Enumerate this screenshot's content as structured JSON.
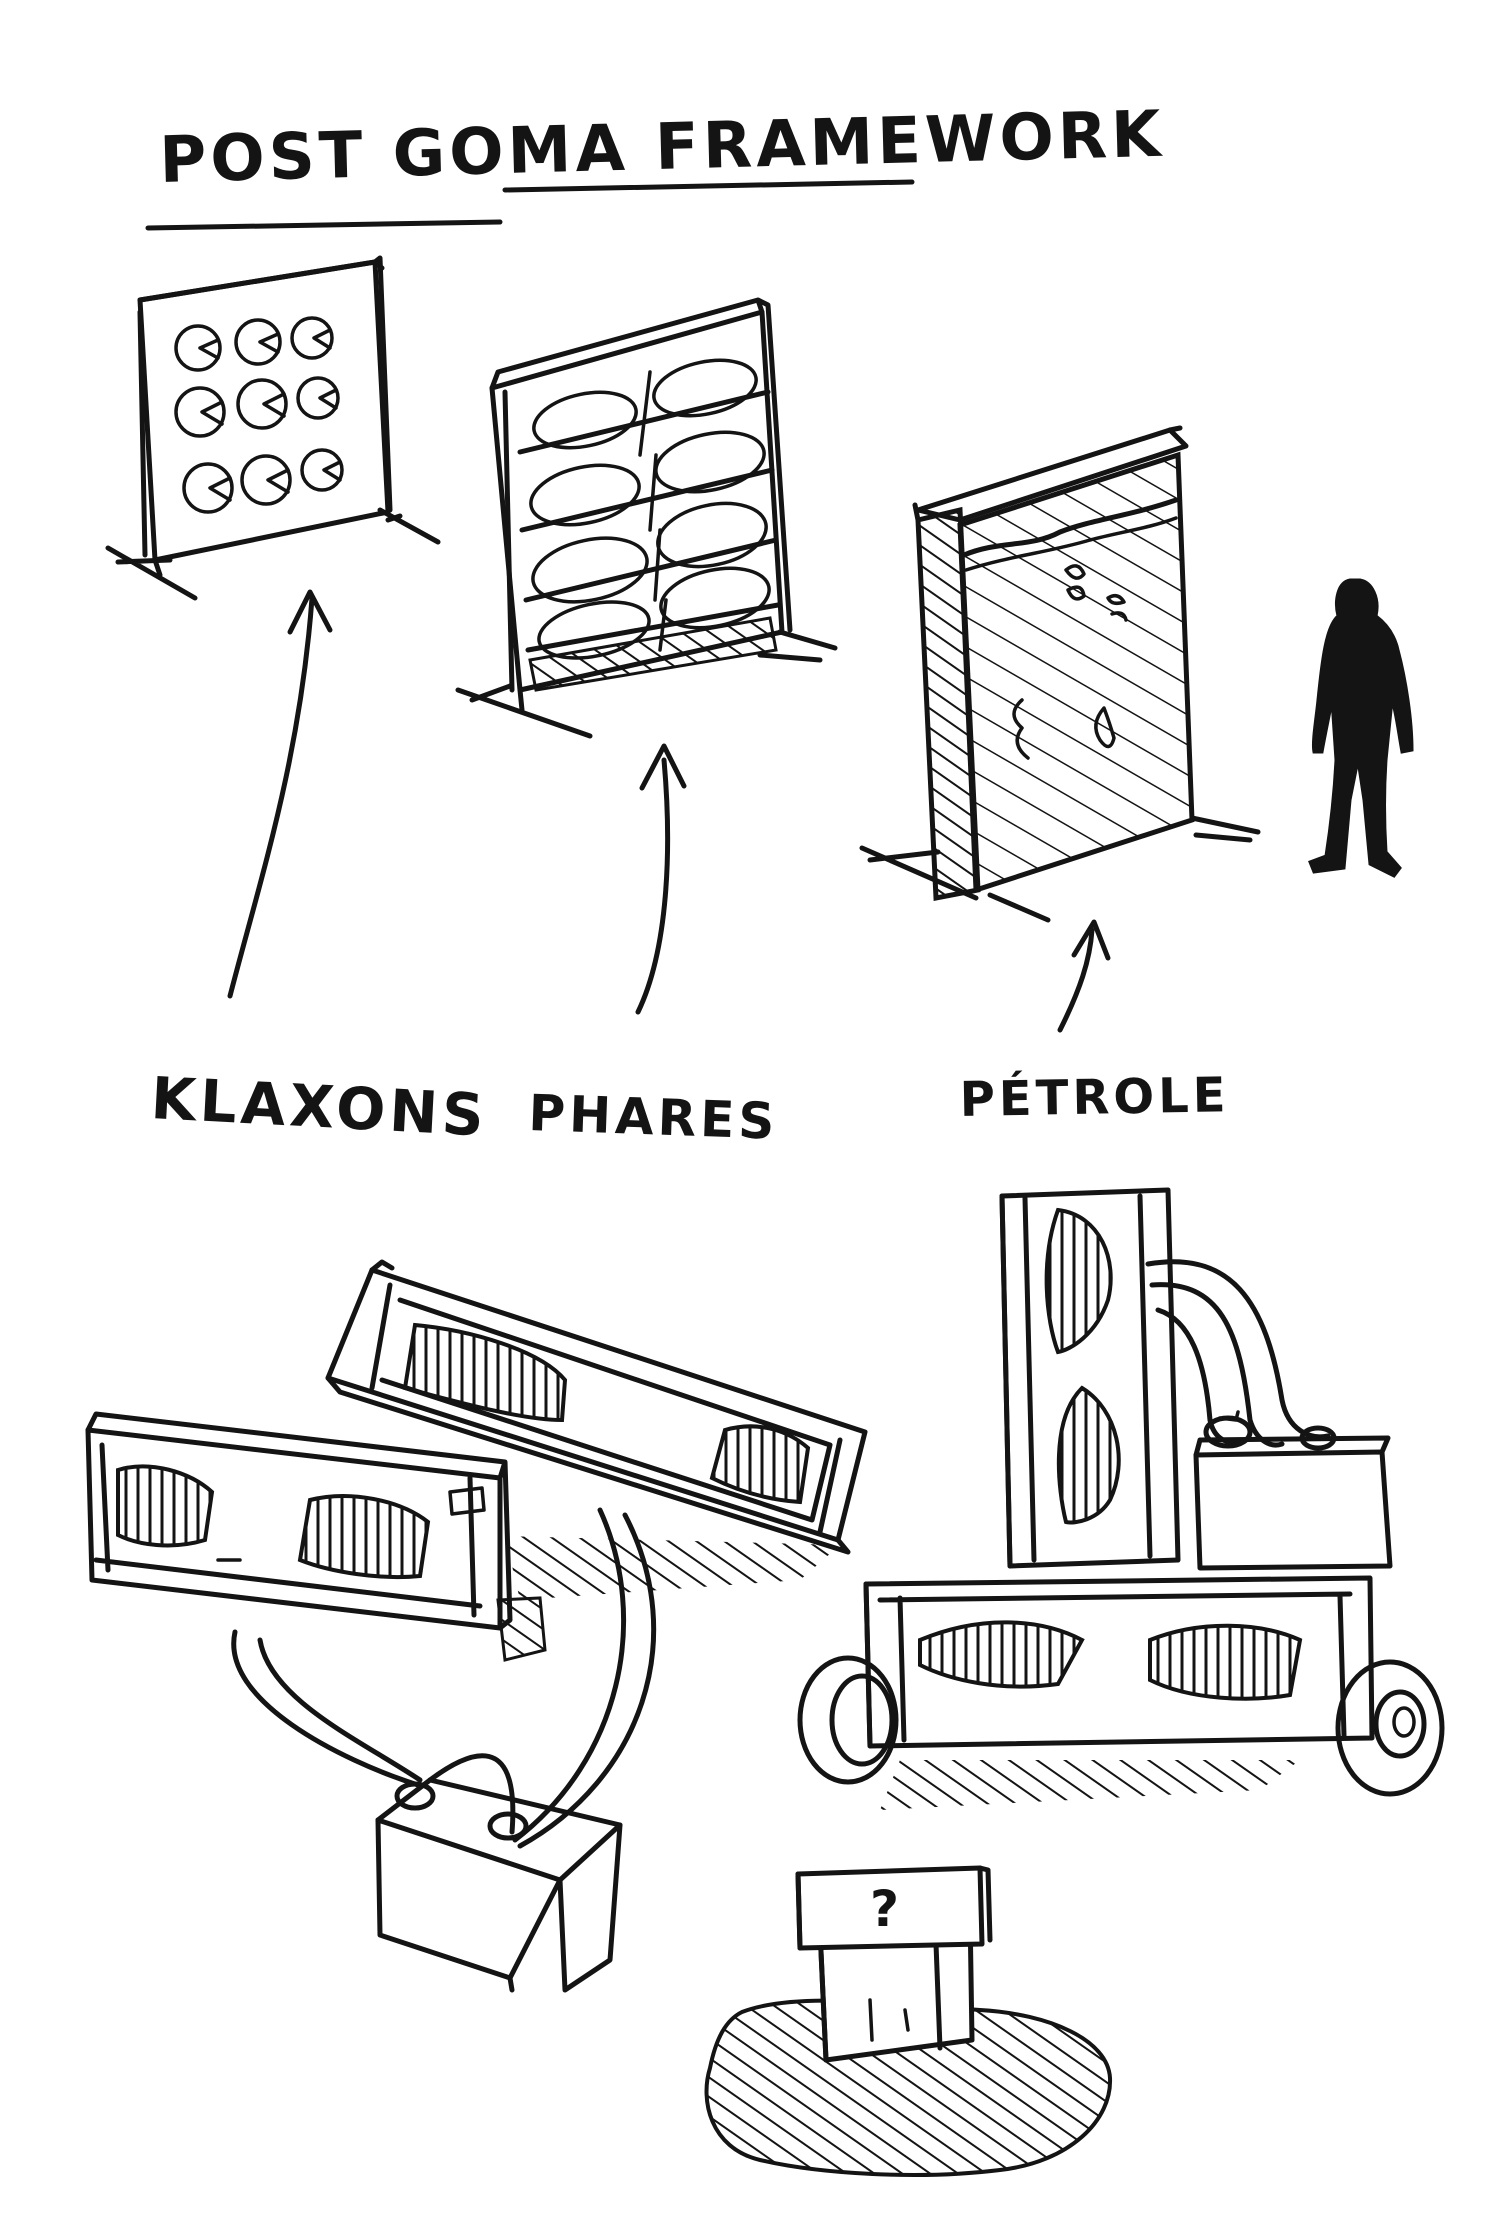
{
  "title": "POST GOMA FRAMEWORK",
  "labels": {
    "klaxons": "KLAXONS",
    "phares": "PHARES",
    "petrole": "PÉTROLE",
    "question_mark": "?"
  },
  "ink_color": "#141414",
  "paper_color": "#ffffff"
}
